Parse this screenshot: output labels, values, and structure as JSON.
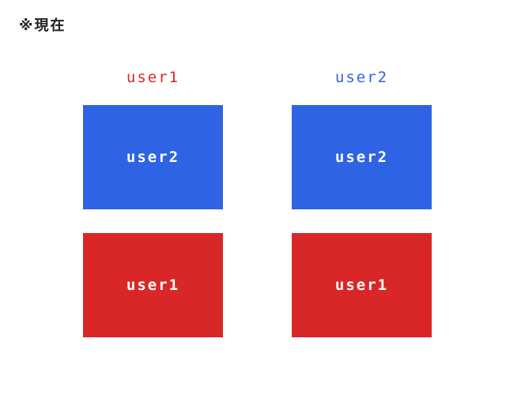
{
  "heading": "※現在",
  "colors": {
    "user1": "#d92727",
    "user2": "#2f63e6"
  },
  "columns": [
    {
      "label": "user1",
      "label_color": "user1",
      "boxes": [
        {
          "label": "user2",
          "color": "user2"
        },
        {
          "label": "user1",
          "color": "user1"
        }
      ]
    },
    {
      "label": "user2",
      "label_color": "user2",
      "boxes": [
        {
          "label": "user2",
          "color": "user2"
        },
        {
          "label": "user1",
          "color": "user1"
        }
      ]
    }
  ]
}
